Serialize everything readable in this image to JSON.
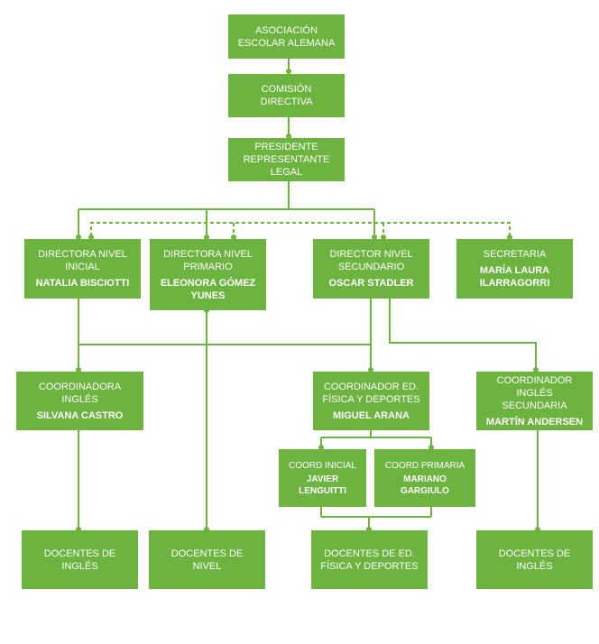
{
  "colors": {
    "box": "#6db33f",
    "line": "#6db33f",
    "text": "#ffffff",
    "background": "#ffffff"
  },
  "nodes": {
    "asociacion": {
      "title": "ASOCIACIÓN\nESCOLAR ALEMANA"
    },
    "comision": {
      "title": "COMISIÓN\nDIRECTIVA"
    },
    "presidente": {
      "title": "PRESIDENTE\nREPRESENTANTE LEGAL"
    },
    "inicial": {
      "title": "DIRECTORA NIVEL\nINICIAL",
      "name": "NATALIA BISCIOTTI"
    },
    "primario": {
      "title": "DIRECTORA NIVEL\nPRIMARIO",
      "name": "ELEONORA GÓMEZ\nYUNES"
    },
    "secundario": {
      "title": "DIRECTOR NIVEL\nSECUNDARIO",
      "name": "OSCAR STADLER"
    },
    "secretaria": {
      "title": "SECRETARIA",
      "name": "MARÍA LAURA\nILARRAGORRI"
    },
    "coord_ingles": {
      "title": "COORDINADORA INGLÉS",
      "name": "SILVANA CASTRO"
    },
    "coord_fisica": {
      "title": "COORDINADOR ED.\nFÍSICA Y DEPORTES",
      "name": "MIGUEL ARANA"
    },
    "coord_ingles_sec": {
      "title": "COORDINADOR INGLÉS\nSECUNDARIA",
      "name": "MARTÍN ANDERSEN"
    },
    "coord_inicial": {
      "title": "COORD INICIAL",
      "name": "JAVIER LENGUITTI"
    },
    "coord_primaria": {
      "title": "COORD PRIMARIA",
      "name": "MARIANO GARGIULO"
    },
    "doc_ingles": {
      "title": "DOCENTES DE\nINGLÉS"
    },
    "doc_nivel": {
      "title": "DOCENTES DE\nNIVEL"
    },
    "doc_fisica": {
      "title": "DOCENTES DE ED.\nFÍSICA Y DEPORTES"
    },
    "doc_ingles_sec": {
      "title": "DOCENTES DE\nINGLÉS"
    }
  }
}
